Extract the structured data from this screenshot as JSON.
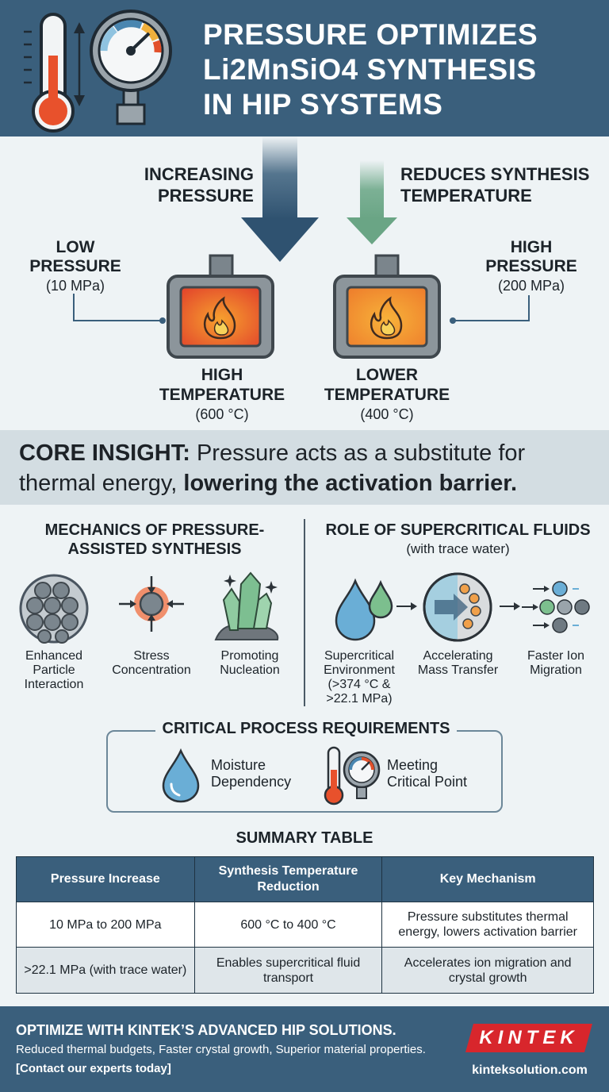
{
  "header": {
    "title_lines": [
      "PRESSURE OPTIMIZES",
      "Li2MnSiO4 SYNTHESIS",
      "IN HIP SYSTEMS"
    ],
    "icons": [
      "thermometer-icon",
      "pressure-gauge-icon"
    ]
  },
  "diagram": {
    "arrow_left_label_1": "INCREASING",
    "arrow_left_label_2": "PRESSURE",
    "arrow_right_label_1": "REDUCES SYNTHESIS",
    "arrow_right_label_2": "TEMPERATURE",
    "low_pressure_1": "LOW",
    "low_pressure_2": "PRESSURE",
    "low_pressure_value": "(10 MPa)",
    "high_pressure_1": "HIGH",
    "high_pressure_2": "PRESSURE",
    "high_pressure_value": "(200 MPa)",
    "high_temp_1": "HIGH",
    "high_temp_2": "TEMPERATURE",
    "high_temp_value": "(600 °C)",
    "lower_temp_1": "LOWER",
    "lower_temp_2": "TEMPERATURE",
    "lower_temp_value": "(400 °C)",
    "colors": {
      "down_arrow": "#3a5f7c",
      "green_arrow": "#6fa98a",
      "furnace_hot": "#e8452c",
      "furnace_warm": "#f08a2c"
    }
  },
  "insight": {
    "label": "CORE INSIGHT:",
    "text": " Pressure acts as a substitute for thermal energy, ",
    "emphasis": "lowering the activation barrier."
  },
  "mechanics": {
    "title_1": "MECHANICS OF PRESSURE-",
    "title_2": "ASSISTED SYNTHESIS",
    "items": [
      {
        "icon": "particles-icon",
        "label_1": "Enhanced",
        "label_2": "Particle",
        "label_3": "Interaction"
      },
      {
        "icon": "stress-icon",
        "label_1": "Stress",
        "label_2": "Concentration"
      },
      {
        "icon": "crystal-icon",
        "label_1": "Promoting",
        "label_2": "Nucleation"
      }
    ]
  },
  "supercritical": {
    "title": "ROLE OF SUPERCRITICAL FLUIDS",
    "subtitle": "(with trace water)",
    "items": [
      {
        "icon": "water-drops-icon",
        "label_1": "Supercritical",
        "label_2": "Environment",
        "label_3": "(>374 °C &",
        "label_4": ">22.1 MPa)"
      },
      {
        "icon": "mass-transfer-icon",
        "label_1": "Accelerating",
        "label_2": "Mass Transfer"
      },
      {
        "icon": "ion-migration-icon",
        "label_1": "Faster Ion",
        "label_2": "Migration"
      }
    ]
  },
  "requirements": {
    "title": "CRITICAL PROCESS REQUIREMENTS",
    "items": [
      {
        "icon": "water-drop-icon",
        "label_1": "Moisture",
        "label_2": "Dependency"
      },
      {
        "icon": "thermometer-gauge-icon",
        "label_1": "Meeting",
        "label_2": "Critical Point"
      }
    ]
  },
  "table": {
    "title": "SUMMARY TABLE",
    "headers": [
      "Pressure Increase",
      "Synthesis Temperature Reduction",
      "Key Mechanism"
    ],
    "rows": [
      [
        "10 MPa to 200 MPa",
        "600 °C to 400 °C",
        "Pressure substitutes thermal energy, lowers activation barrier"
      ],
      [
        ">22.1 MPa (with trace water)",
        "Enables supercritical fluid transport",
        "Accelerates ion migration and crystal growth"
      ]
    ]
  },
  "footer": {
    "title": "OPTIMIZE WITH KINTEK’S ADVANCED HIP SOLUTIONS.",
    "subtitle": "Reduced thermal budgets, Faster crystal growth, Superior material properties.",
    "cta": "[Contact our experts today]",
    "logo": "KINTEK",
    "url": "kinteksolution.com",
    "logo_color": "#d8262c"
  }
}
